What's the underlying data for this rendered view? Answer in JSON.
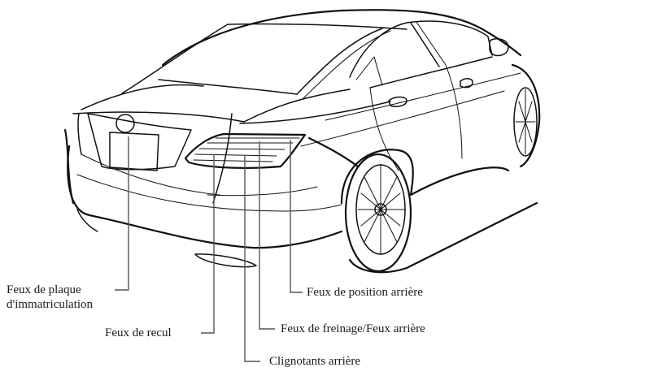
{
  "diagram": {
    "subject": "Rear view of sedan showing rear exterior lights",
    "labels": [
      {
        "id": "plaque",
        "text_line1": "Feux de plaque",
        "text_line2": "d'immatriculation"
      },
      {
        "id": "recul",
        "text": "Feux de recul"
      },
      {
        "id": "clignotants",
        "text": "Clignotants arrière"
      },
      {
        "id": "freinage",
        "text": "Feux de freinage/Feux arrière"
      },
      {
        "id": "position",
        "text": "Feux de position arrière"
      }
    ]
  }
}
